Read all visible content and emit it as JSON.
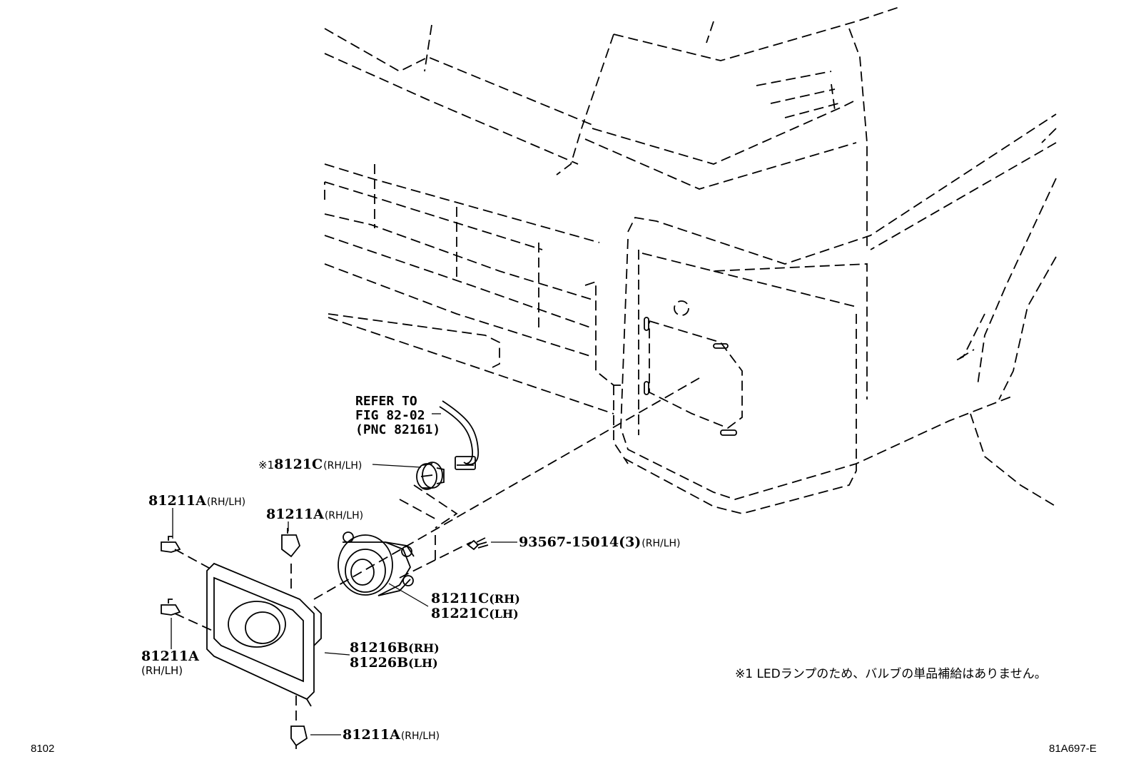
{
  "refer": {
    "line1": "REFER TO",
    "line2": "FIG 82-02",
    "line3": "(PNC 82161)"
  },
  "parts": {
    "bulb": {
      "prefix": "※1",
      "number": "8121C",
      "suffix": "(RH/LH)"
    },
    "clip_top_left": {
      "number": "81211A",
      "suffix": "(RH/LH)"
    },
    "clip_top_mid": {
      "number": "81211A",
      "suffix": "(RH/LH)"
    },
    "clip_left": {
      "number": "81211A",
      "suffix": "(RH/LH)"
    },
    "clip_bottom": {
      "number": "81211A",
      "suffix": "(RH/LH)"
    },
    "screw": {
      "number": "93567-15014(3)",
      "suffix": "(RH/LH)"
    },
    "lamp_rh": {
      "number": "81211C",
      "suffix": "(RH)"
    },
    "lamp_lh": {
      "number": "81221C",
      "suffix": "(LH)"
    },
    "cover_rh": {
      "number": "81216B",
      "suffix": "(RH)"
    },
    "cover_lh": {
      "number": "81226B",
      "suffix": "(LH)"
    }
  },
  "note": "※1 LEDランプのため、バルブの単品補給はありません。",
  "footer": {
    "left_code": "8102",
    "right_code": "81A697-E"
  }
}
